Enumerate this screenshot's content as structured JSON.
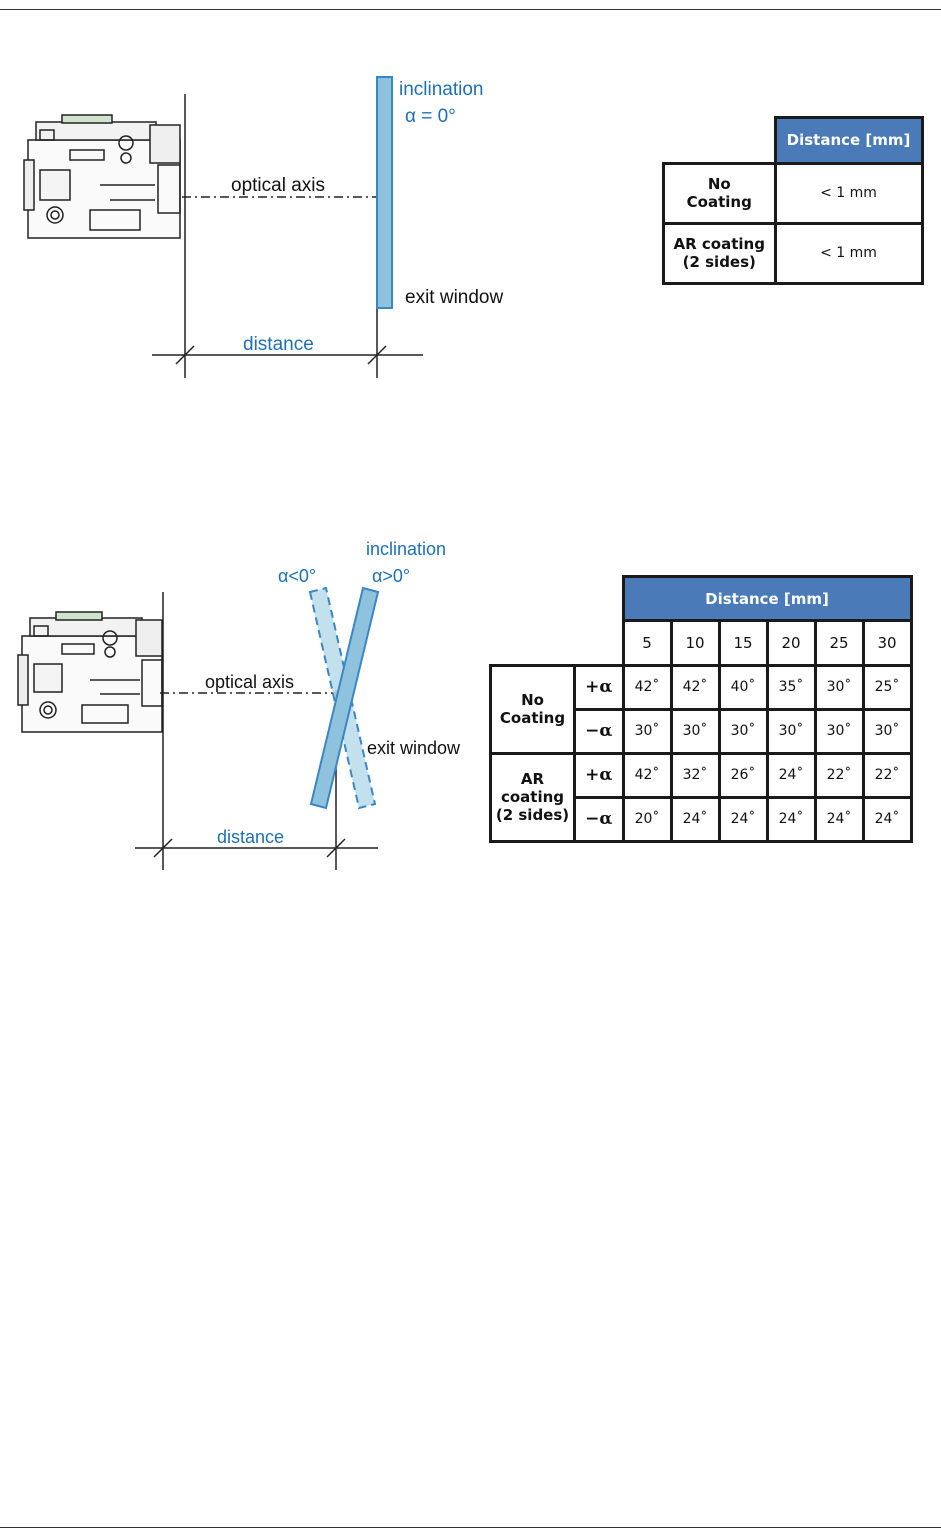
{
  "colors": {
    "accent_blue": "#1f6fb4",
    "window_fill": "#8fc3dd",
    "header_fill": "#4a7ab8"
  },
  "figure1": {
    "label_inclination": "inclination",
    "label_alpha": "α = 0°",
    "label_optical_axis": "optical axis",
    "label_exit_window": "exit window",
    "label_distance": "distance"
  },
  "table1": {
    "header": "Distance [mm]",
    "rows": [
      {
        "label_line1": "No",
        "label_line2": "Coating",
        "value": "< 1 mm"
      },
      {
        "label_line1": "AR coating",
        "label_line2": "(2 sides)",
        "value": "< 1 mm"
      }
    ]
  },
  "figure2": {
    "label_inclination": "inclination",
    "label_alpha_neg": "α<0°",
    "label_alpha_pos": "α>0°",
    "label_optical_axis": "optical axis",
    "label_exit_window": "exit window",
    "label_distance": "distance"
  },
  "table2": {
    "header": "Distance [mm]",
    "distances": [
      "5",
      "10",
      "15",
      "20",
      "25",
      "30"
    ],
    "groups": [
      {
        "label_line1": "No",
        "label_line2": "Coating",
        "label_line3": "",
        "rows": [
          {
            "sign": "+α",
            "values": [
              "42˚",
              "42˚",
              "40˚",
              "35˚",
              "30˚",
              "25˚"
            ]
          },
          {
            "sign": "−α",
            "values": [
              "30˚",
              "30˚",
              "30˚",
              "30˚",
              "30˚",
              "30˚"
            ]
          }
        ]
      },
      {
        "label_line1": "AR",
        "label_line2": "coating",
        "label_line3": "(2 sides)",
        "rows": [
          {
            "sign": "+α",
            "values": [
              "42˚",
              "32˚",
              "26˚",
              "24˚",
              "22˚",
              "22˚"
            ]
          },
          {
            "sign": "−α",
            "values": [
              "20˚",
              "24˚",
              "24˚",
              "24˚",
              "24˚",
              "24˚"
            ]
          }
        ]
      }
    ]
  }
}
